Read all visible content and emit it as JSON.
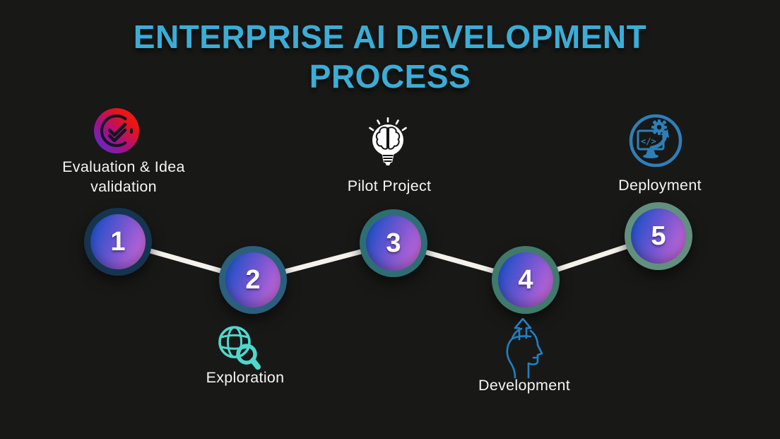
{
  "title": {
    "line1": "ENTERPRISE AI DEVELOPMENT",
    "line2": "PROCESS"
  },
  "steps": [
    {
      "number": "1",
      "label": "Evaluation & Idea validation",
      "icon": "validation-badge-icon",
      "ring_color": "#16344f"
    },
    {
      "number": "2",
      "label": "Exploration",
      "icon": "globe-search-icon",
      "ring_color": "#2a607c"
    },
    {
      "number": "3",
      "label": "Pilot Project",
      "icon": "lightbulb-brain-icon",
      "ring_color": "#2d6e74"
    },
    {
      "number": "4",
      "label": "Development",
      "icon": "head-arrow-icon",
      "ring_color": "#3f7a6b"
    },
    {
      "number": "5",
      "label": "Deployment",
      "icon": "deploy-monitor-gear-icon",
      "ring_color": "#62907e"
    }
  ],
  "colors": {
    "background": "#181817",
    "title_text": "#3badd6",
    "label_text": "#f5f5f5",
    "connector_line": "#f5f2ec",
    "circle_gradient_start": "#1c50c8",
    "circle_gradient_mid": "#7e57d2",
    "circle_gradient_end": "#c968d8",
    "validation_gradient_start": "#4638d8",
    "validation_gradient_mid": "#a40f8e",
    "validation_gradient_end": "#e81318",
    "exploration_icon": "#4fd8cc",
    "pilot_icon": "#ffffff",
    "development_icon": "#1f82c4",
    "deployment_icon": "#2e7fb8"
  }
}
